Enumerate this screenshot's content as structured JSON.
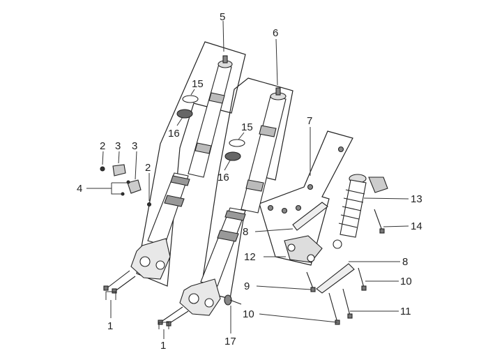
{
  "diagram": {
    "callouts": {
      "c1a": "1",
      "c1b": "1",
      "c2a": "2",
      "c2b": "2",
      "c3a": "3",
      "c3b": "3",
      "c4": "4",
      "c5": "5",
      "c6": "6",
      "c7": "7",
      "c8a": "8",
      "c8b": "8",
      "c9": "9",
      "c10a": "10",
      "c10b": "10",
      "c11": "11",
      "c12": "12",
      "c13": "13",
      "c14": "14",
      "c15a": "15",
      "c15b": "15",
      "c16a": "16",
      "c16b": "16",
      "c17": "17"
    },
    "colors": {
      "line": "#222222",
      "fork_tube": "#ffffff",
      "shading": "#cccccc"
    }
  }
}
